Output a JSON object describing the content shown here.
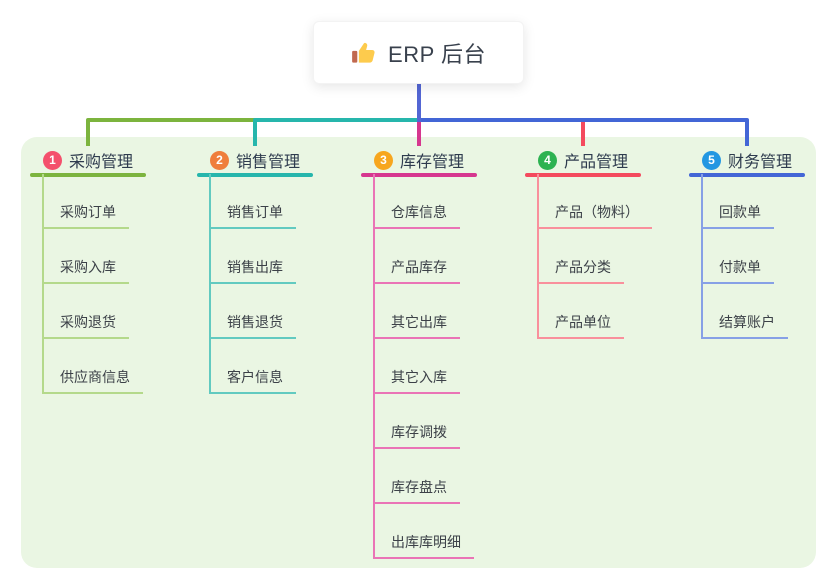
{
  "root": {
    "label": "ERP 后台",
    "icon": "thumbs-up-icon",
    "connector_color": "#5366d4"
  },
  "board": {
    "background": "#eaf6e3"
  },
  "branches": [
    {
      "num": "1",
      "label": "采购管理",
      "badge_color": "#f4506c",
      "line_color": "#7cb43e",
      "child_line_color": "#b4d98b",
      "items": [
        "采购订单",
        "采购入库",
        "采购退货",
        "供应商信息"
      ]
    },
    {
      "num": "2",
      "label": "销售管理",
      "badge_color": "#ef7e3c",
      "line_color": "#26b6ac",
      "child_line_color": "#62cac0",
      "items": [
        "销售订单",
        "销售出库",
        "销售退货",
        "客户信息"
      ]
    },
    {
      "num": "3",
      "label": "库存管理",
      "badge_color": "#f7a61e",
      "line_color": "#d6378f",
      "child_line_color": "#ea74b6",
      "items": [
        "仓库信息",
        "产品库存",
        "其它出库",
        "其它入库",
        "库存调拨",
        "库存盘点",
        "出库库明细"
      ]
    },
    {
      "num": "4",
      "label": "产品管理",
      "badge_color": "#2db251",
      "line_color": "#f44a5e",
      "child_line_color": "#f9909c",
      "items": [
        "产品（物料）",
        "产品分类",
        "产品单位"
      ]
    },
    {
      "num": "5",
      "label": "财务管理",
      "badge_color": "#2397e2",
      "line_color": "#4366d6",
      "child_line_color": "#87a0e6",
      "items": [
        "回款单",
        "付款单",
        "结算账户"
      ]
    }
  ]
}
